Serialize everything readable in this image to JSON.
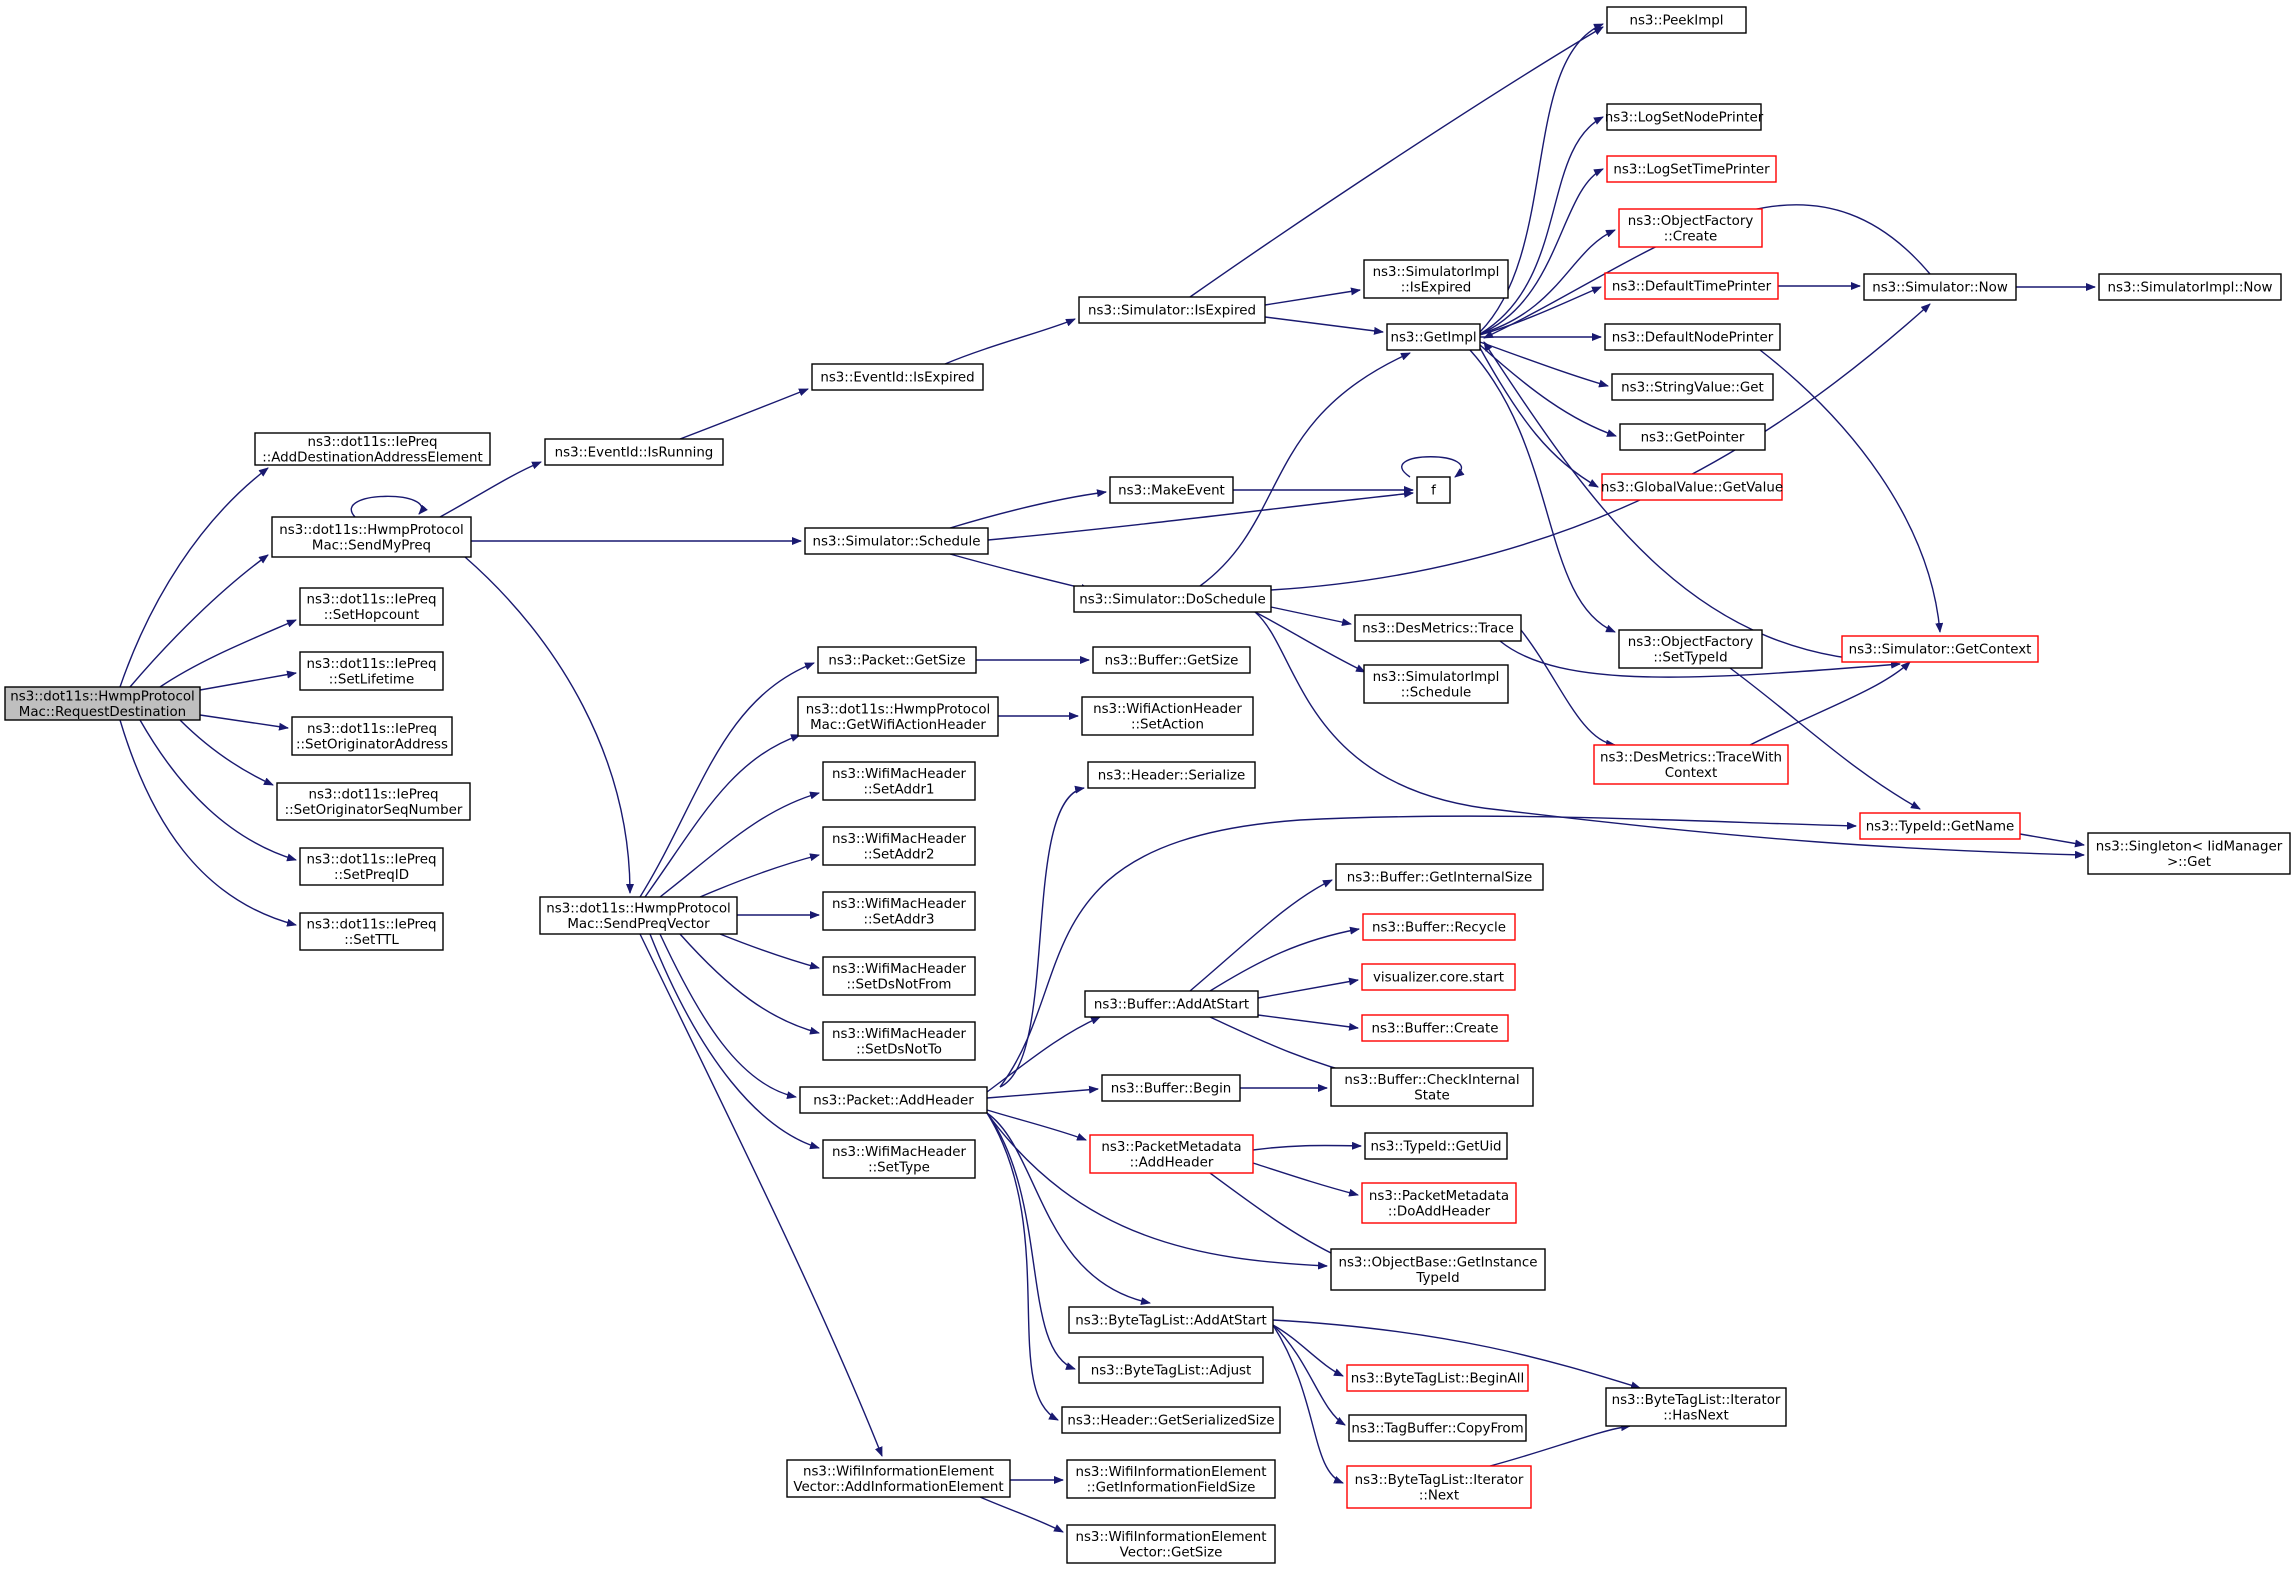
{
  "nodes": [
    {
      "id": "root",
      "lines": [
        "ns3::dot11s::HwmpProtocol",
        "Mac::RequestDestination"
      ],
      "style": "root",
      "interactable": true
    },
    {
      "id": "addDest",
      "lines": [
        "ns3::dot11s::IePreq",
        "::AddDestinationAddressElement"
      ],
      "style": "normal",
      "interactable": true
    },
    {
      "id": "sendMyPreq",
      "lines": [
        "ns3::dot11s::HwmpProtocol",
        "Mac::SendMyPreq"
      ],
      "style": "normal",
      "interactable": true
    },
    {
      "id": "setHop",
      "lines": [
        "ns3::dot11s::IePreq",
        "::SetHopcount"
      ],
      "style": "normal",
      "interactable": true
    },
    {
      "id": "setLife",
      "lines": [
        "ns3::dot11s::IePreq",
        "::SetLifetime"
      ],
      "style": "normal",
      "interactable": true
    },
    {
      "id": "setOrigAddr",
      "lines": [
        "ns3::dot11s::IePreq",
        "::SetOriginatorAddress"
      ],
      "style": "normal",
      "interactable": true
    },
    {
      "id": "setOrigSeq",
      "lines": [
        "ns3::dot11s::IePreq",
        "::SetOriginatorSeqNumber"
      ],
      "style": "normal",
      "interactable": true
    },
    {
      "id": "setPreqId",
      "lines": [
        "ns3::dot11s::IePreq",
        "::SetPreqID"
      ],
      "style": "normal",
      "interactable": true
    },
    {
      "id": "setTTL",
      "lines": [
        "ns3::dot11s::IePreq",
        "::SetTTL"
      ],
      "style": "normal",
      "interactable": true
    },
    {
      "id": "sendPreqVec",
      "lines": [
        "ns3::dot11s::HwmpProtocol",
        "Mac::SendPreqVector"
      ],
      "style": "normal",
      "interactable": true
    },
    {
      "id": "eventIsRunning",
      "lines": [
        "ns3::EventId::IsRunning"
      ],
      "style": "normal",
      "interactable": true
    },
    {
      "id": "eventIsExpired",
      "lines": [
        "ns3::EventId::IsExpired"
      ],
      "style": "normal",
      "interactable": true
    },
    {
      "id": "simIsExpired",
      "lines": [
        "ns3::Simulator::IsExpired"
      ],
      "style": "normal",
      "interactable": true
    },
    {
      "id": "simSchedule",
      "lines": [
        "ns3::Simulator::Schedule"
      ],
      "style": "normal",
      "interactable": true
    },
    {
      "id": "makeEvent",
      "lines": [
        "ns3::MakeEvent"
      ],
      "style": "normal",
      "interactable": true
    },
    {
      "id": "doSchedule",
      "lines": [
        "ns3::Simulator::DoSchedule"
      ],
      "style": "normal",
      "interactable": true
    },
    {
      "id": "pktGetSize",
      "lines": [
        "ns3::Packet::GetSize"
      ],
      "style": "normal",
      "interactable": true
    },
    {
      "id": "getWifiAction",
      "lines": [
        "ns3::dot11s::HwmpProtocol",
        "Mac::GetWifiActionHeader"
      ],
      "style": "normal",
      "interactable": true
    },
    {
      "id": "setAddr1",
      "lines": [
        "ns3::WifiMacHeader",
        "::SetAddr1"
      ],
      "style": "normal",
      "interactable": true
    },
    {
      "id": "setAddr2",
      "lines": [
        "ns3::WifiMacHeader",
        "::SetAddr2"
      ],
      "style": "normal",
      "interactable": true
    },
    {
      "id": "setAddr3",
      "lines": [
        "ns3::WifiMacHeader",
        "::SetAddr3"
      ],
      "style": "normal",
      "interactable": true
    },
    {
      "id": "setDsNotFrom",
      "lines": [
        "ns3::WifiMacHeader",
        "::SetDsNotFrom"
      ],
      "style": "normal",
      "interactable": true
    },
    {
      "id": "setDsNotTo",
      "lines": [
        "ns3::WifiMacHeader",
        "::SetDsNotTo"
      ],
      "style": "normal",
      "interactable": true
    },
    {
      "id": "pktAddHeader",
      "lines": [
        "ns3::Packet::AddHeader"
      ],
      "style": "normal",
      "interactable": true
    },
    {
      "id": "setType",
      "lines": [
        "ns3::WifiMacHeader",
        "::SetType"
      ],
      "style": "normal",
      "interactable": true
    },
    {
      "id": "wieAdd",
      "lines": [
        "ns3::WifiInformationElement",
        "Vector::AddInformationElement"
      ],
      "style": "normal",
      "interactable": true
    },
    {
      "id": "simImplIsExpired",
      "lines": [
        "ns3::SimulatorImpl",
        "::IsExpired"
      ],
      "style": "normal",
      "interactable": true
    },
    {
      "id": "getImpl",
      "lines": [
        "ns3::GetImpl"
      ],
      "style": "normal",
      "interactable": true
    },
    {
      "id": "f",
      "lines": [
        "f"
      ],
      "style": "normal",
      "interactable": true
    },
    {
      "id": "desTrace",
      "lines": [
        "ns3::DesMetrics::Trace"
      ],
      "style": "normal",
      "interactable": true
    },
    {
      "id": "simImplSchedule",
      "lines": [
        "ns3::SimulatorImpl",
        "::Schedule"
      ],
      "style": "normal",
      "interactable": true
    },
    {
      "id": "bufGetSize",
      "lines": [
        "ns3::Buffer::GetSize"
      ],
      "style": "normal",
      "interactable": true
    },
    {
      "id": "setAction",
      "lines": [
        "ns3::WifiActionHeader",
        "::SetAction"
      ],
      "style": "normal",
      "interactable": true
    },
    {
      "id": "hdrSerialize",
      "lines": [
        "ns3::Header::Serialize"
      ],
      "style": "normal",
      "interactable": true
    },
    {
      "id": "bufAddAtStart",
      "lines": [
        "ns3::Buffer::AddAtStart"
      ],
      "style": "normal",
      "interactable": true
    },
    {
      "id": "bufBegin",
      "lines": [
        "ns3::Buffer::Begin"
      ],
      "style": "normal",
      "interactable": true
    },
    {
      "id": "pmAddHeader",
      "lines": [
        "ns3::PacketMetadata",
        "::AddHeader"
      ],
      "style": "red",
      "interactable": true
    },
    {
      "id": "btlAddAtStart",
      "lines": [
        "ns3::ByteTagList::AddAtStart"
      ],
      "style": "normal",
      "interactable": true
    },
    {
      "id": "btlAdjust",
      "lines": [
        "ns3::ByteTagList::Adjust"
      ],
      "style": "normal",
      "interactable": true
    },
    {
      "id": "hdrGetSerSize",
      "lines": [
        "ns3::Header::GetSerializedSize"
      ],
      "style": "normal",
      "interactable": true
    },
    {
      "id": "wieGetInfo",
      "lines": [
        "ns3::WifiInformationElement",
        "::GetInformationFieldSize"
      ],
      "style": "normal",
      "interactable": true
    },
    {
      "id": "wieGetSize",
      "lines": [
        "ns3::WifiInformationElement",
        "Vector::GetSize"
      ],
      "style": "normal",
      "interactable": true
    },
    {
      "id": "peekImpl",
      "lines": [
        "ns3::PeekImpl"
      ],
      "style": "normal",
      "interactable": true
    },
    {
      "id": "logSetNode",
      "lines": [
        "ns3::LogSetNodePrinter"
      ],
      "style": "normal",
      "interactable": true
    },
    {
      "id": "logSetTime",
      "lines": [
        "ns3::LogSetTimePrinter"
      ],
      "style": "red",
      "interactable": true
    },
    {
      "id": "objFactCreate",
      "lines": [
        "ns3::ObjectFactory",
        "::Create"
      ],
      "style": "red",
      "interactable": true
    },
    {
      "id": "defTimePrinter",
      "lines": [
        "ns3::DefaultTimePrinter"
      ],
      "style": "red",
      "interactable": true
    },
    {
      "id": "defNodePrinter",
      "lines": [
        "ns3::DefaultNodePrinter"
      ],
      "style": "normal",
      "interactable": true
    },
    {
      "id": "strValGet",
      "lines": [
        "ns3::StringValue::Get"
      ],
      "style": "normal",
      "interactable": true
    },
    {
      "id": "getPointer",
      "lines": [
        "ns3::GetPointer"
      ],
      "style": "normal",
      "interactable": true
    },
    {
      "id": "globalValGet",
      "lines": [
        "ns3::GlobalValue::GetValue"
      ],
      "style": "red",
      "interactable": true
    },
    {
      "id": "objFactSetType",
      "lines": [
        "ns3::ObjectFactory",
        "::SetTypeId"
      ],
      "style": "normal",
      "interactable": true
    },
    {
      "id": "desTraceCtx",
      "lines": [
        "ns3::DesMetrics::TraceWith",
        "Context"
      ],
      "style": "red",
      "interactable": true
    },
    {
      "id": "bufGetInternal",
      "lines": [
        "ns3::Buffer::GetInternalSize"
      ],
      "style": "normal",
      "interactable": true
    },
    {
      "id": "bufRecycle",
      "lines": [
        "ns3::Buffer::Recycle"
      ],
      "style": "red",
      "interactable": true
    },
    {
      "id": "visStart",
      "lines": [
        "visualizer.core.start"
      ],
      "style": "red",
      "interactable": true
    },
    {
      "id": "bufCreate",
      "lines": [
        "ns3::Buffer::Create"
      ],
      "style": "red",
      "interactable": true
    },
    {
      "id": "bufCheckInt",
      "lines": [
        "ns3::Buffer::CheckInternal",
        "State"
      ],
      "style": "normal",
      "interactable": true
    },
    {
      "id": "typeIdGetUid",
      "lines": [
        "ns3::TypeId::GetUid"
      ],
      "style": "normal",
      "interactable": true
    },
    {
      "id": "pmDoAdd",
      "lines": [
        "ns3::PacketMetadata",
        "::DoAddHeader"
      ],
      "style": "red",
      "interactable": true
    },
    {
      "id": "objBaseGetType",
      "lines": [
        "ns3::ObjectBase::GetInstance",
        "TypeId"
      ],
      "style": "normal",
      "interactable": true
    },
    {
      "id": "btlBeginAll",
      "lines": [
        "ns3::ByteTagList::BeginAll"
      ],
      "style": "red",
      "interactable": true
    },
    {
      "id": "tagBufCopy",
      "lines": [
        "ns3::TagBuffer::CopyFrom"
      ],
      "style": "normal",
      "interactable": true
    },
    {
      "id": "btlIterNext",
      "lines": [
        "ns3::ByteTagList::Iterator",
        "::Next"
      ],
      "style": "red",
      "interactable": true
    },
    {
      "id": "btlIterHasNext",
      "lines": [
        "ns3::ByteTagList::Iterator",
        "::HasNext"
      ],
      "style": "normal",
      "interactable": true
    },
    {
      "id": "simNow",
      "lines": [
        "ns3::Simulator::Now"
      ],
      "style": "normal",
      "interactable": true
    },
    {
      "id": "simImplNow",
      "lines": [
        "ns3::SimulatorImpl::Now"
      ],
      "style": "normal",
      "interactable": true
    },
    {
      "id": "simGetContext",
      "lines": [
        "ns3::Simulator::GetContext"
      ],
      "style": "red",
      "interactable": true
    },
    {
      "id": "typeIdGetName",
      "lines": [
        "ns3::TypeId::GetName"
      ],
      "style": "red",
      "interactable": true
    },
    {
      "id": "singletonGet",
      "lines": [
        "ns3::Singleton< IidManager",
        ">::Get"
      ],
      "style": "normal",
      "interactable": true
    }
  ],
  "edges": [
    [
      "root",
      "addDest"
    ],
    [
      "root",
      "sendMyPreq"
    ],
    [
      "root",
      "setHop"
    ],
    [
      "root",
      "setLife"
    ],
    [
      "root",
      "setOrigAddr"
    ],
    [
      "root",
      "setOrigSeq"
    ],
    [
      "root",
      "setPreqId"
    ],
    [
      "root",
      "setTTL"
    ],
    [
      "sendMyPreq",
      "sendMyPreq"
    ],
    [
      "sendMyPreq",
      "eventIsRunning"
    ],
    [
      "sendMyPreq",
      "simSchedule"
    ],
    [
      "sendMyPreq",
      "sendPreqVec"
    ],
    [
      "eventIsRunning",
      "eventIsExpired"
    ],
    [
      "eventIsExpired",
      "simIsExpired"
    ],
    [
      "simIsExpired",
      "peekImpl"
    ],
    [
      "simIsExpired",
      "simImplIsExpired"
    ],
    [
      "simIsExpired",
      "getImpl"
    ],
    [
      "simSchedule",
      "makeEvent"
    ],
    [
      "simSchedule",
      "f"
    ],
    [
      "simSchedule",
      "doSchedule"
    ],
    [
      "makeEvent",
      "f"
    ],
    [
      "f",
      "f"
    ],
    [
      "doSchedule",
      "getImpl"
    ],
    [
      "doSchedule",
      "simNow"
    ],
    [
      "doSchedule",
      "desTrace"
    ],
    [
      "doSchedule",
      "simImplSchedule"
    ],
    [
      "doSchedule",
      "singletonGet"
    ],
    [
      "getImpl",
      "peekImpl"
    ],
    [
      "getImpl",
      "logSetNode"
    ],
    [
      "getImpl",
      "logSetTime"
    ],
    [
      "getImpl",
      "objFactCreate"
    ],
    [
      "getImpl",
      "defTimePrinter"
    ],
    [
      "getImpl",
      "defNodePrinter"
    ],
    [
      "getImpl",
      "strValGet"
    ],
    [
      "getImpl",
      "getPointer"
    ],
    [
      "getImpl",
      "globalValGet"
    ],
    [
      "getImpl",
      "objFactSetType"
    ],
    [
      "simNow",
      "getImpl"
    ],
    [
      "simGetContext",
      "getImpl"
    ],
    [
      "defTimePrinter",
      "simNow"
    ],
    [
      "defNodePrinter",
      "simGetContext"
    ],
    [
      "simNow",
      "simImplNow"
    ],
    [
      "desTrace",
      "simGetContext"
    ],
    [
      "desTrace",
      "desTraceCtx"
    ],
    [
      "desTraceCtx",
      "simGetContext"
    ],
    [
      "objFactSetType",
      "typeIdGetName"
    ],
    [
      "typeIdGetName",
      "singletonGet"
    ],
    [
      "sendPreqVec",
      "pktGetSize"
    ],
    [
      "sendPreqVec",
      "getWifiAction"
    ],
    [
      "sendPreqVec",
      "setAddr1"
    ],
    [
      "sendPreqVec",
      "setAddr2"
    ],
    [
      "sendPreqVec",
      "setAddr3"
    ],
    [
      "sendPreqVec",
      "setDsNotFrom"
    ],
    [
      "sendPreqVec",
      "setDsNotTo"
    ],
    [
      "sendPreqVec",
      "pktAddHeader"
    ],
    [
      "sendPreqVec",
      "setType"
    ],
    [
      "sendPreqVec",
      "wieAdd"
    ],
    [
      "pktGetSize",
      "bufGetSize"
    ],
    [
      "getWifiAction",
      "setAction"
    ],
    [
      "pktAddHeader",
      "hdrSerialize"
    ],
    [
      "pktAddHeader",
      "typeIdGetName"
    ],
    [
      "pktAddHeader",
      "bufAddAtStart"
    ],
    [
      "pktAddHeader",
      "bufBegin"
    ],
    [
      "pktAddHeader",
      "pmAddHeader"
    ],
    [
      "pktAddHeader",
      "objBaseGetType"
    ],
    [
      "pktAddHeader",
      "btlAddAtStart"
    ],
    [
      "pktAddHeader",
      "btlAdjust"
    ],
    [
      "pktAddHeader",
      "hdrGetSerSize"
    ],
    [
      "bufAddAtStart",
      "bufGetInternal"
    ],
    [
      "bufAddAtStart",
      "bufRecycle"
    ],
    [
      "bufAddAtStart",
      "visStart"
    ],
    [
      "bufAddAtStart",
      "bufCreate"
    ],
    [
      "bufAddAtStart",
      "bufCheckInt"
    ],
    [
      "bufBegin",
      "bufCheckInt"
    ],
    [
      "pmAddHeader",
      "typeIdGetUid"
    ],
    [
      "pmAddHeader",
      "pmDoAdd"
    ],
    [
      "pmAddHeader",
      "objBaseGetType"
    ],
    [
      "btlAddAtStart",
      "btlBeginAll"
    ],
    [
      "btlAddAtStart",
      "tagBufCopy"
    ],
    [
      "btlAddAtStart",
      "btlIterNext"
    ],
    [
      "btlAddAtStart",
      "btlIterHasNext"
    ],
    [
      "btlIterNext",
      "btlIterHasNext"
    ],
    [
      "wieAdd",
      "wieGetInfo"
    ],
    [
      "wieAdd",
      "wieGetSize"
    ]
  ]
}
